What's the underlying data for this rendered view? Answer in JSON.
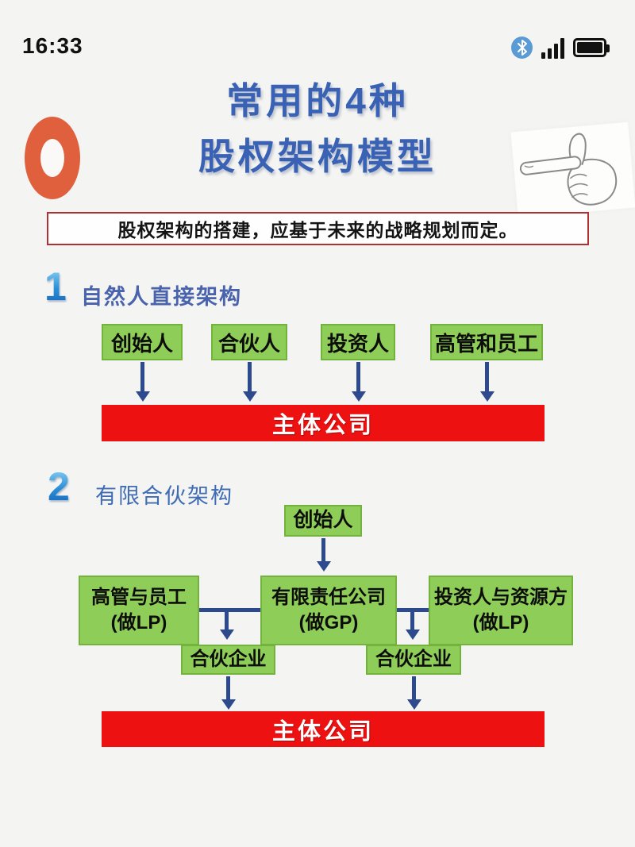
{
  "status_bar": {
    "time": "16:33",
    "icons": [
      "bluetooth-icon",
      "signal-bars-icon",
      "battery-icon"
    ]
  },
  "header": {
    "title_line1": "常用的4种",
    "title_line2": "股权架构模型",
    "decorations": [
      "orange-ring",
      "pointing-hand"
    ]
  },
  "notice": {
    "text": "股权架构的搭建，应基于未来的战略规划而定。"
  },
  "sections": [
    {
      "number": "1",
      "title": "自然人直接架构",
      "top_boxes": [
        "创始人",
        "合伙人",
        "投资人",
        "高管和员工"
      ],
      "bottom_bar": "主体公司"
    },
    {
      "number": "2",
      "title": "有限合伙架构",
      "root_box": "创始人",
      "middle_boxes": [
        {
          "line1": "高管与员工",
          "line2": "(做LP)"
        },
        {
          "line1": "有限责任公司",
          "line2": "(做GP)"
        },
        {
          "line1": "投资人与资源方",
          "line2": "(做LP)"
        }
      ],
      "partnership_boxes": [
        "合伙企业",
        "合伙企业"
      ],
      "bottom_bar": "主体公司"
    }
  ],
  "colors": {
    "title_blue": "#3a62b4",
    "section_label_blue": "#4a63ad",
    "number_blue_gradient": [
      "#8ed6f7",
      "#2a8fd8",
      "#1565b8"
    ],
    "box_green": "#8ecd57",
    "bar_red": "#ee1111",
    "connector_navy": "#2e4a8f",
    "notice_border_red": "#b23030",
    "ring_orange": "#e0603d",
    "background": "#f4f4f2"
  }
}
